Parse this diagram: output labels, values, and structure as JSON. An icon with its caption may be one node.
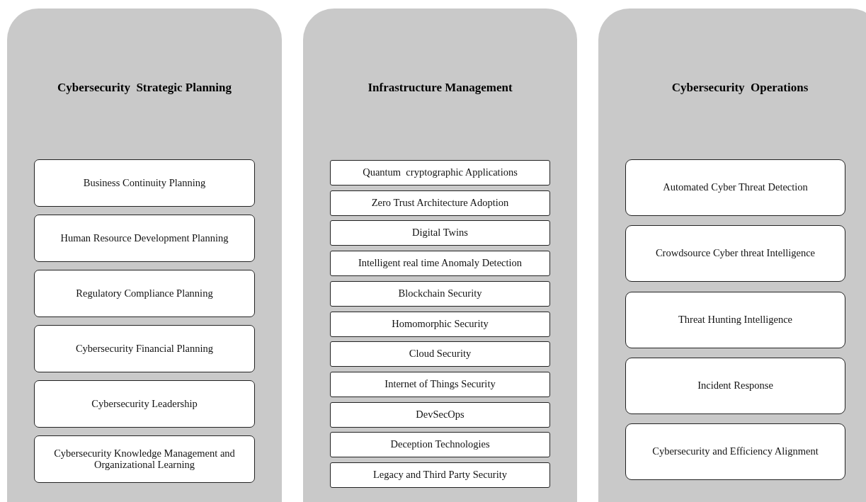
{
  "diagram": {
    "nodes": [
      {
        "text": [
          "Cybersecurity  Strategic Planning"
        ]
      },
      {
        "text": [
          "Business Continuity Planning"
        ],
        "in": 0
      },
      {
        "text": [
          "Human Resource Development Planning"
        ],
        "in": 0
      },
      {
        "text": [
          "Regulatory Compliance Planning"
        ],
        "in": 0
      },
      {
        "text": [
          "Cybersecurity Financial Planning"
        ],
        "in": 0
      },
      {
        "text": [
          "Cybersecurity Leadership"
        ],
        "in": 0
      },
      {
        "text": [
          "Cybersecurity Knowledge Management and Organizational Learning"
        ],
        "in": 0
      },
      {
        "text": [
          "Infrastructure Management"
        ]
      },
      {
        "text": [
          "Quantum  cryptographic Applications"
        ],
        "in": 7
      },
      {
        "text": [
          "Zero Trust Architecture Adoption"
        ],
        "in": 7
      },
      {
        "text": [
          "Digital Twins"
        ],
        "in": 7
      },
      {
        "text": [
          "Intelligent real time Anomaly Detection"
        ],
        "in": 7
      },
      {
        "text": [
          "Blockchain Security"
        ],
        "in": 7
      },
      {
        "text": [
          "Homomorphic Security"
        ],
        "in": 7
      },
      {
        "text": [
          "Cloud Security"
        ],
        "in": 7
      },
      {
        "text": [
          "Internet of Things Security"
        ],
        "in": 7
      },
      {
        "text": [
          "DevSecOps"
        ],
        "in": 7
      },
      {
        "text": [
          "Deception Technologies"
        ],
        "in": 7
      },
      {
        "text": [
          "Legacy and Third Party Security"
        ],
        "in": 7
      },
      {
        "text": [
          "Cybersecurity  Operations"
        ]
      },
      {
        "text": [
          "Automated Cyber Threat Detection"
        ],
        "in": 19
      },
      {
        "text": [
          "Crowdsource Cyber threat Intelligence"
        ],
        "in": 19
      },
      {
        "text": [
          "Threat Hunting Intelligence"
        ],
        "in": 19
      },
      {
        "text": [
          "Incident Response"
        ],
        "in": 19
      },
      {
        "text": [
          "Cybersecurity and Efficiency Alignment"
        ],
        "in": 19
      }
    ]
  }
}
